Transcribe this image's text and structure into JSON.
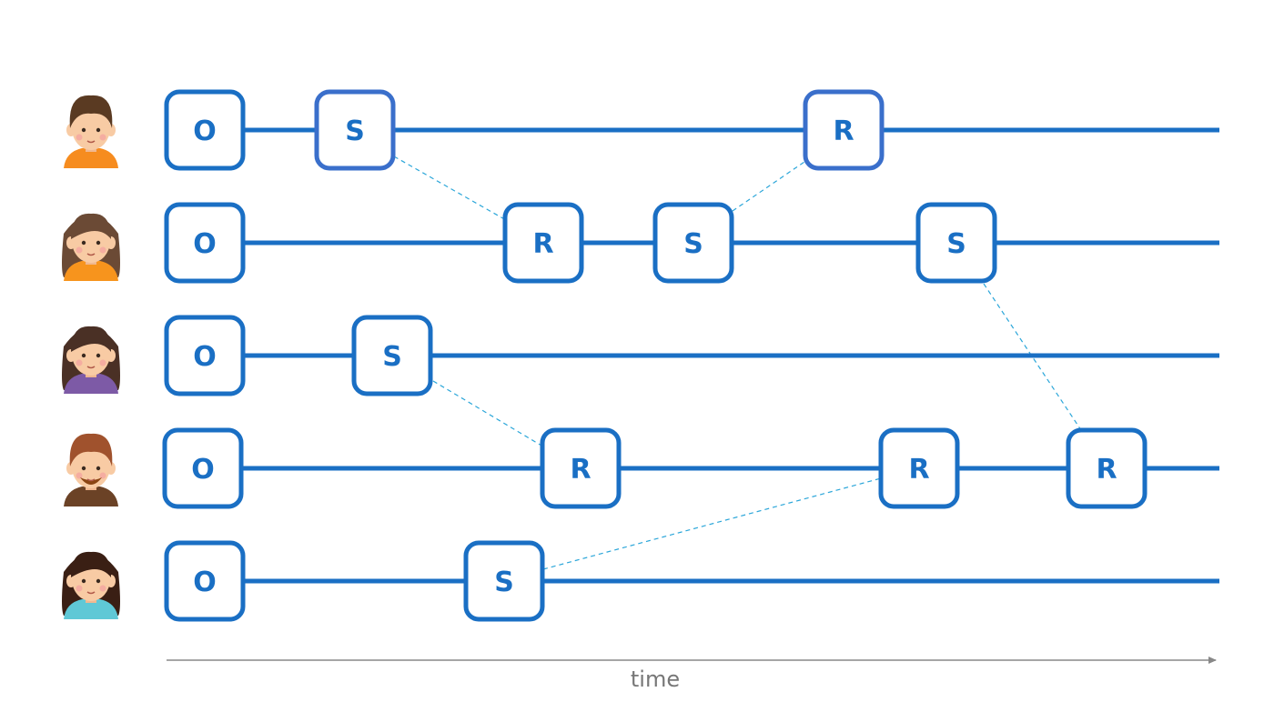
{
  "diagram": {
    "time_label": "time",
    "colors": {
      "line": "#1a6fc4",
      "box_stroke": "#1a6fc4",
      "box_stroke_alt": "#3a6fcb",
      "dashed": "#2ba6d9",
      "axis": "#888888",
      "background": "#ffffff"
    },
    "lanes": [
      {
        "avatar": "man-orange-shirt-icon",
        "nodes": [
          {
            "label": "O",
            "style": "normal"
          },
          {
            "label": "S",
            "style": "alt"
          },
          {
            "label": "R",
            "style": "alt"
          }
        ]
      },
      {
        "avatar": "woman-long-hair-icon",
        "nodes": [
          {
            "label": "O",
            "style": "normal"
          },
          {
            "label": "R",
            "style": "normal"
          },
          {
            "label": "S",
            "style": "normal"
          },
          {
            "label": "S",
            "style": "normal"
          }
        ]
      },
      {
        "avatar": "woman-purple-shirt-icon",
        "nodes": [
          {
            "label": "O",
            "style": "normal"
          },
          {
            "label": "S",
            "style": "normal"
          }
        ]
      },
      {
        "avatar": "man-beard-icon",
        "nodes": [
          {
            "label": "O",
            "style": "normal"
          },
          {
            "label": "R",
            "style": "normal"
          },
          {
            "label": "R",
            "style": "normal"
          },
          {
            "label": "R",
            "style": "normal"
          }
        ]
      },
      {
        "avatar": "woman-teal-shirt-icon",
        "nodes": [
          {
            "label": "O",
            "style": "normal"
          },
          {
            "label": "S",
            "style": "normal"
          }
        ]
      }
    ],
    "messages": [
      {
        "from": "lane0.S",
        "to": "lane1.R"
      },
      {
        "from": "lane1.S",
        "to": "lane0.R"
      },
      {
        "from": "lane2.S",
        "to": "lane3.R"
      },
      {
        "from": "lane4.S",
        "to": "lane3.R"
      },
      {
        "from": "lane1.S",
        "to": "lane3.R"
      }
    ]
  }
}
